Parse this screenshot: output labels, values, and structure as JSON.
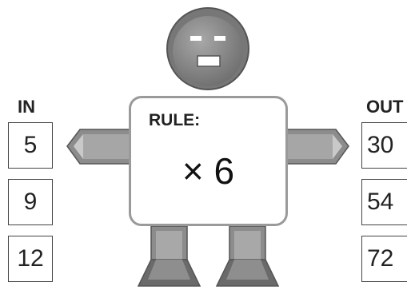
{
  "in_column": {
    "header": "IN",
    "values": [
      "5",
      "9",
      "12"
    ]
  },
  "out_column": {
    "header": "OUT",
    "values": [
      "30",
      "54",
      "72"
    ]
  },
  "rule": {
    "label": "RULE:",
    "value": "× 6"
  },
  "colors": {
    "metal_dark": "#5f5f5f",
    "metal_mid": "#8c8c8c",
    "metal_light": "#c4c4c4",
    "card_border": "#9a9a9a"
  }
}
